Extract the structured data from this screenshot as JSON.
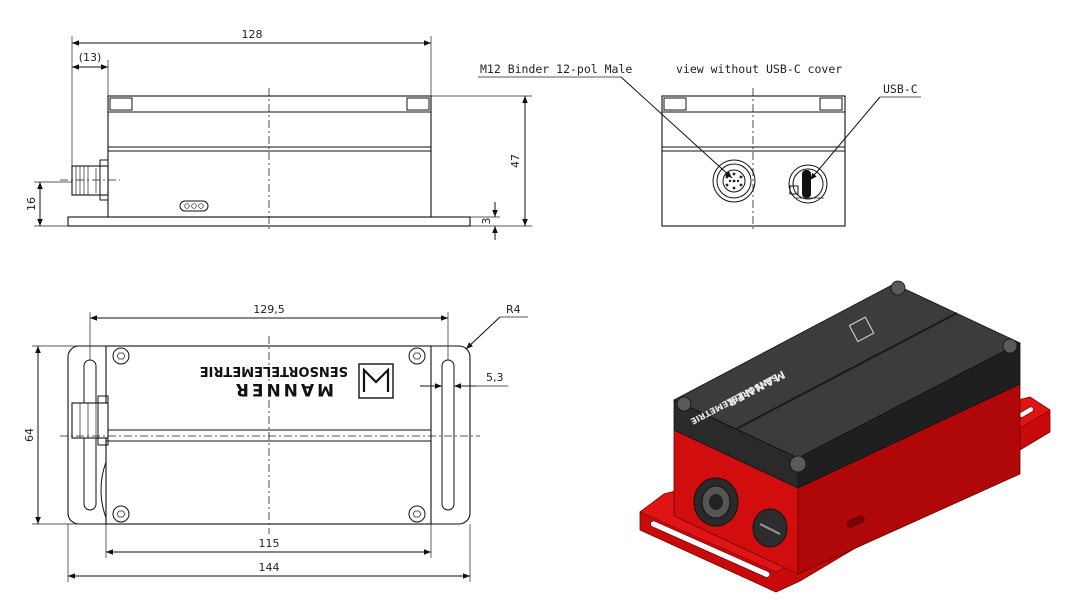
{
  "dimensions": {
    "side_length": "128",
    "side_offset": "(13)",
    "side_connector_height": "16",
    "side_height": "47",
    "side_flange": "3",
    "top_hole_spacing": "129,5",
    "top_radius": "R4",
    "top_slot_width": "5,3",
    "top_width": "64",
    "top_body_length": "115",
    "top_total_length": "144"
  },
  "labels": {
    "connector": "M12 Binder 12-pol Male",
    "view_note": "view without USB-C cover",
    "usb": "USB-C"
  },
  "brand": {
    "name_line1": "MANNER",
    "name_line2": "SENSORTELEMETRIE"
  },
  "colors": {
    "line": "#111111",
    "housing_top": "#3a3a3a",
    "housing_base": "#d40c0c"
  }
}
